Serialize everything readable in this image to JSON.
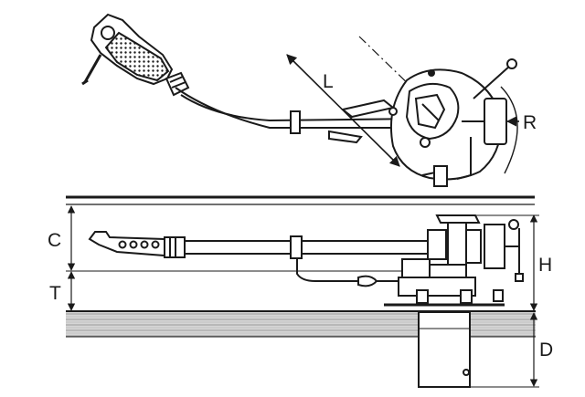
{
  "diagram": {
    "labels": {
      "L": "L",
      "R": "R",
      "C": "C",
      "T": "T",
      "H": "H",
      "D": "D"
    },
    "colors": {
      "ink": "#1a1a1a",
      "paper": "#ffffff",
      "base_fill": "#cfcfcf",
      "grip_fill": "#8a8a8a"
    }
  }
}
